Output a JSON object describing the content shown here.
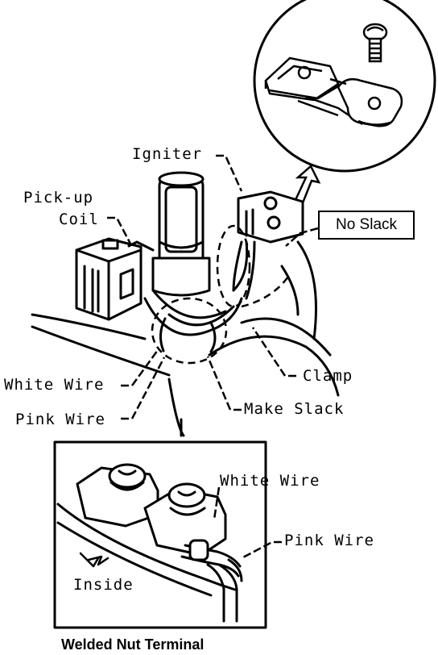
{
  "labels": {
    "igniter": "Igniter",
    "pickup_line1": "Pick-up",
    "pickup_line2": "Coil",
    "no_slack": "No Slack",
    "clamp": "Clamp",
    "white_wire": "White Wire",
    "pink_wire": "Pink Wire",
    "make_slack": "Make Slack",
    "inset_white_wire": "White Wire",
    "inset_pink_wire": "Pink Wire",
    "inside": "Inside"
  },
  "caption": "Welded Nut Terminal",
  "colors": {
    "line": "#000000",
    "background": "#ffffff"
  }
}
